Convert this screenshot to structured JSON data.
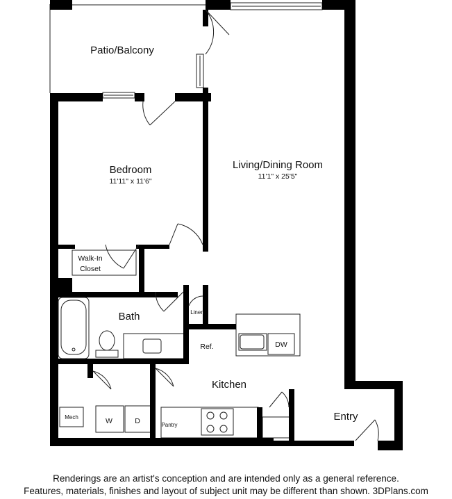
{
  "rooms": {
    "patio": {
      "name": "Patio/Balcony"
    },
    "bedroom": {
      "name": "Bedroom",
      "dimensions": "11'11\" x 11'6\""
    },
    "living": {
      "name": "Living/Dining Room",
      "dimensions": "11'1\" x 25'5\""
    },
    "closet": {
      "name_line1": "Walk-In",
      "name_line2": "Closet"
    },
    "bath": {
      "name": "Bath"
    },
    "linen": {
      "name": "Linen"
    },
    "kitchen": {
      "name": "Kitchen"
    },
    "entry": {
      "name": "Entry"
    }
  },
  "fixtures": {
    "ref": "Ref.",
    "dw": "DW",
    "mech": "Mech",
    "washer": "W",
    "dryer": "D",
    "pantry": "Pantry"
  },
  "disclaimer": {
    "line1": "Renderings are an artist's conception and are intended only as a general reference.",
    "line2": "Features, materials, finishes and layout of subject unit may be different than shown. 3DPlans.com"
  }
}
